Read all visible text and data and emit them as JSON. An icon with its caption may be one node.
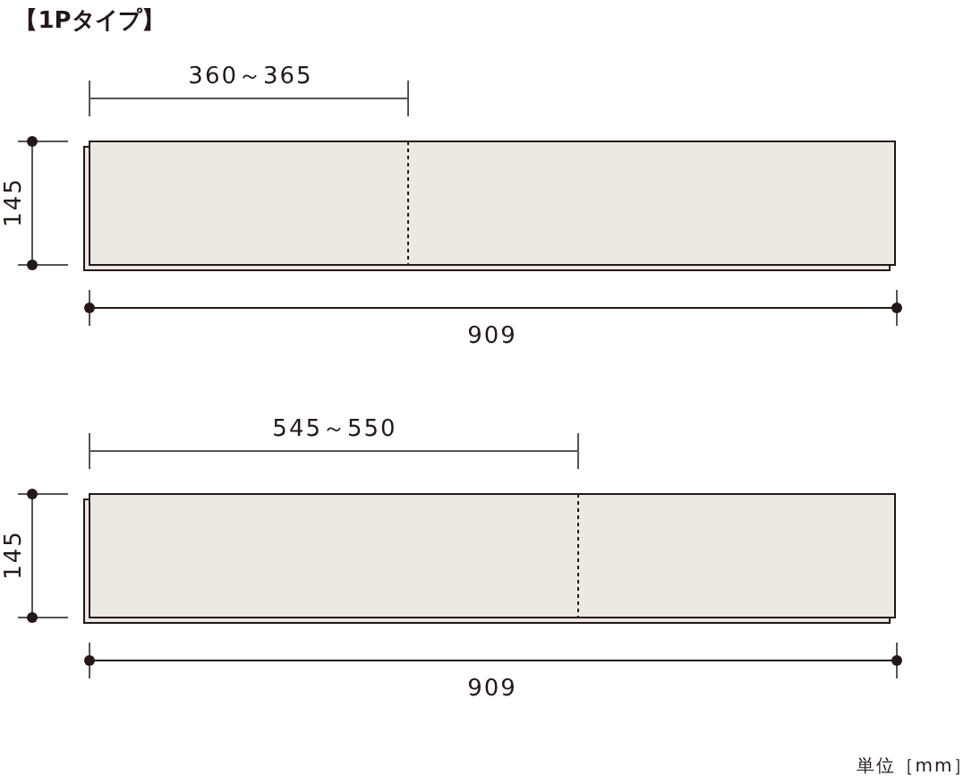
{
  "diagram": {
    "title": "【1Pタイプ】",
    "labels": [
      "360～365",
      "145",
      "909",
      "545～550",
      "145",
      "909",
      "単位［mm］"
    ]
  }
}
